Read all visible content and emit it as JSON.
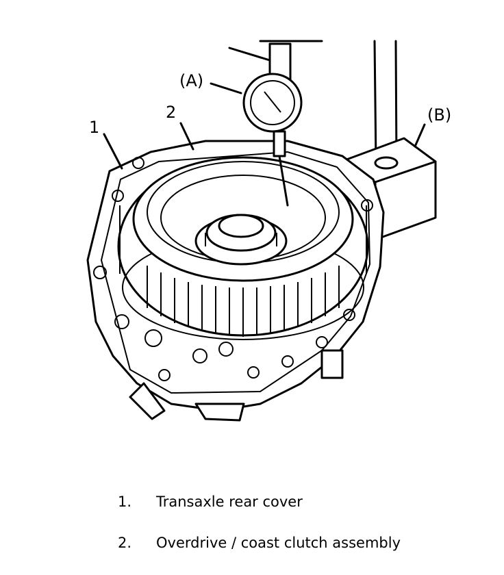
{
  "callouts": {
    "a": "(A)",
    "b": "(B)",
    "one": "1",
    "two": "2"
  },
  "legend": [
    {
      "number": "1.",
      "text": "Transaxle rear cover"
    },
    {
      "number": "2.",
      "text": "Overdrive / coast clutch assembly"
    }
  ]
}
